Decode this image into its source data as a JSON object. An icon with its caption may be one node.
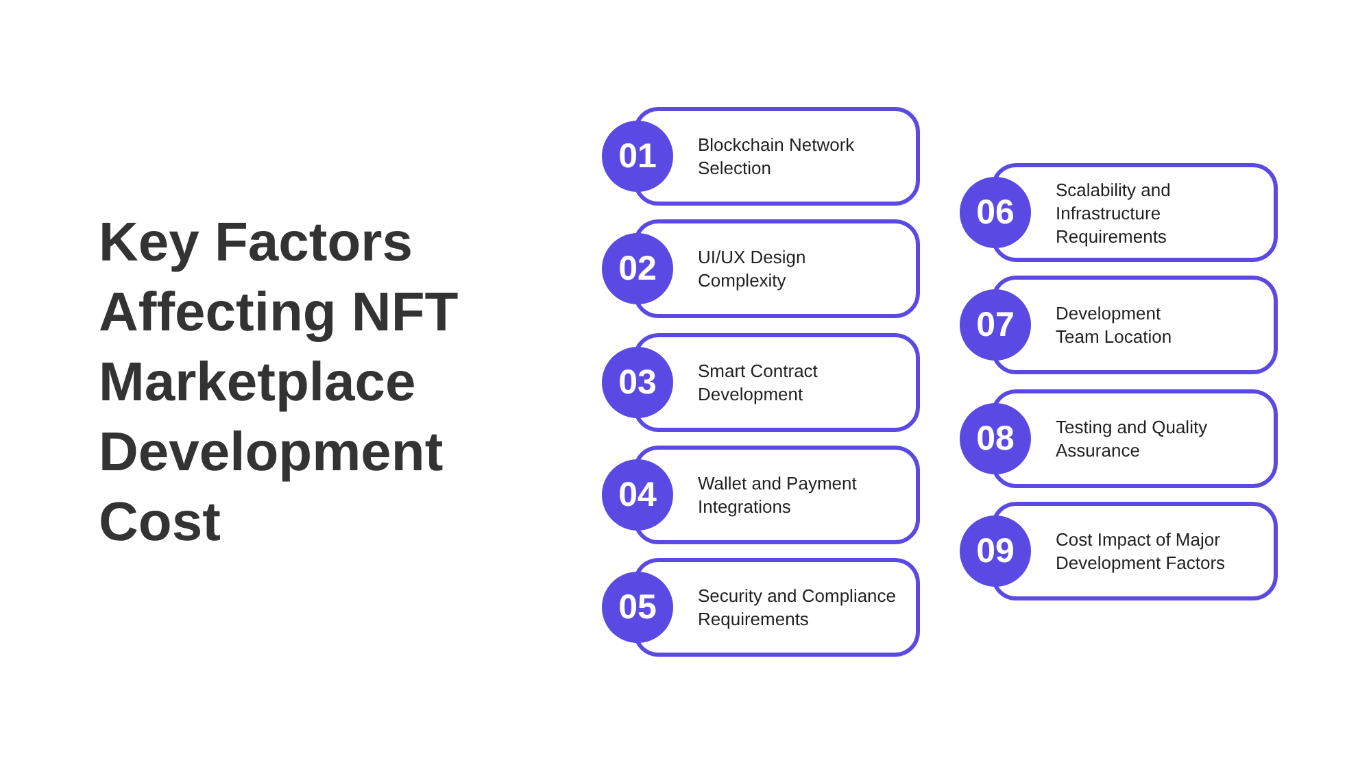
{
  "diagram": {
    "title": "Key Factors Affecting NFT Marketplace Development Cost",
    "nodes": [
      {
        "text": [
          "01",
          "Blockchain Network Selection"
        ]
      },
      {
        "text": [
          "02",
          "UI/UX Design Complexity"
        ]
      },
      {
        "text": [
          "03",
          "Smart Contract Development"
        ]
      },
      {
        "text": [
          "04",
          "Wallet and Payment Integrations"
        ]
      },
      {
        "text": [
          "05",
          "Security and Compliance Requirements"
        ]
      },
      {
        "text": [
          "06",
          "Scalability and Infrastructure Requirements"
        ]
      },
      {
        "text": [
          "07",
          "Development Team Location"
        ]
      },
      {
        "text": [
          "08",
          "Testing and Quality Assurance"
        ]
      },
      {
        "text": [
          "09",
          "Cost Impact of Major Development Factors"
        ]
      }
    ]
  }
}
